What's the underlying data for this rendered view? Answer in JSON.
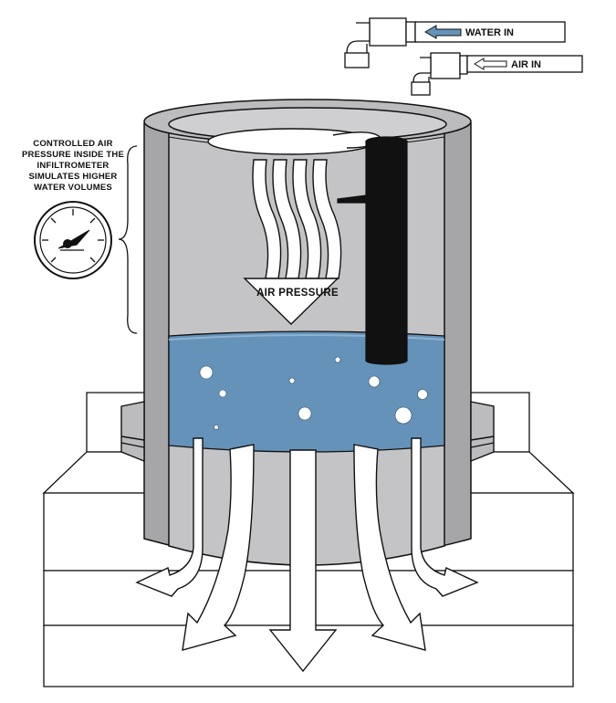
{
  "labels": {
    "water_in": "WATER IN",
    "air_in": "AIR IN",
    "air_pressure": "AIR PRESSURE",
    "annotation": [
      "CONTROLLED AIR",
      "PRESSURE INSIDE THE",
      "INFILTROMETER",
      "SIMULATES HIGHER",
      "WATER VOLUMES"
    ]
  },
  "colors": {
    "water": "#6592b8",
    "cylinder_wall": "#a6a6a9",
    "cylinder_inside": "#c4c4c7",
    "pipe": "#111111",
    "ground": "#ffffff",
    "outline": "#111111"
  },
  "icons": [
    "pressure-gauge-icon",
    "elbow-fitting-icon",
    "arrow-left-icon"
  ]
}
